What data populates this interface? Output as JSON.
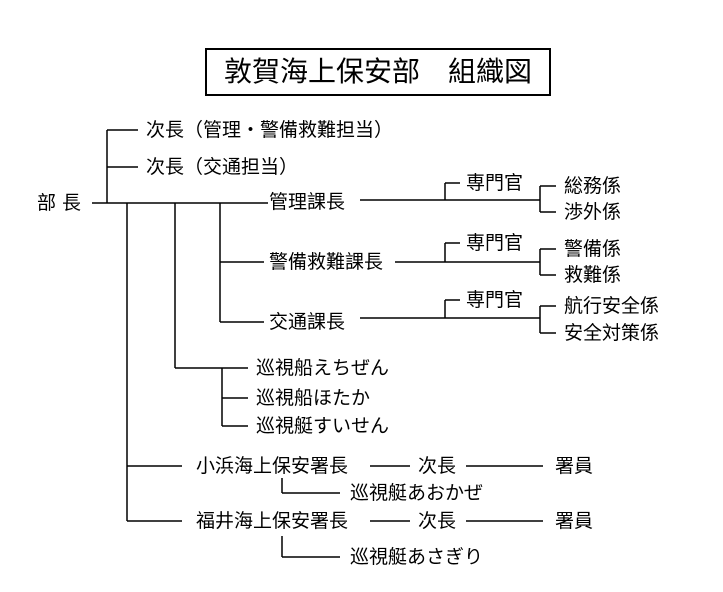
{
  "title": "敦賀海上保安部　組織図",
  "nodes": {
    "bucho": "部 長",
    "jicho_kanri": "次長（管理・警備救難担当）",
    "jicho_kotsu": "次長（交通担当）",
    "kanri_kacho": "管理課長",
    "senmonkan_1": "専門官",
    "somu": "総務係",
    "shogai": "渉外係",
    "keibi_kacho": "警備救難課長",
    "senmonkan_2": "専門官",
    "keibi": "警備係",
    "kyunan": "救難係",
    "kotsu_kacho": "交通課長",
    "senmonkan_3": "専門官",
    "koko": "航行安全係",
    "anzen": "安全対策係",
    "echizen": "巡視船えちぜん",
    "hotaka": "巡視船ほたか",
    "suisen": "巡視艇すいせん",
    "obama_shocho": "小浜海上保安署長",
    "obama_jicho": "次長",
    "obama_shoin": "署員",
    "akagaze": "巡視艇あおかぜ",
    "fukui_shocho": "福井海上保安署長",
    "fukui_jicho": "次長",
    "fukui_shoin": "署員",
    "asagiri": "巡視艇あさぎり"
  }
}
